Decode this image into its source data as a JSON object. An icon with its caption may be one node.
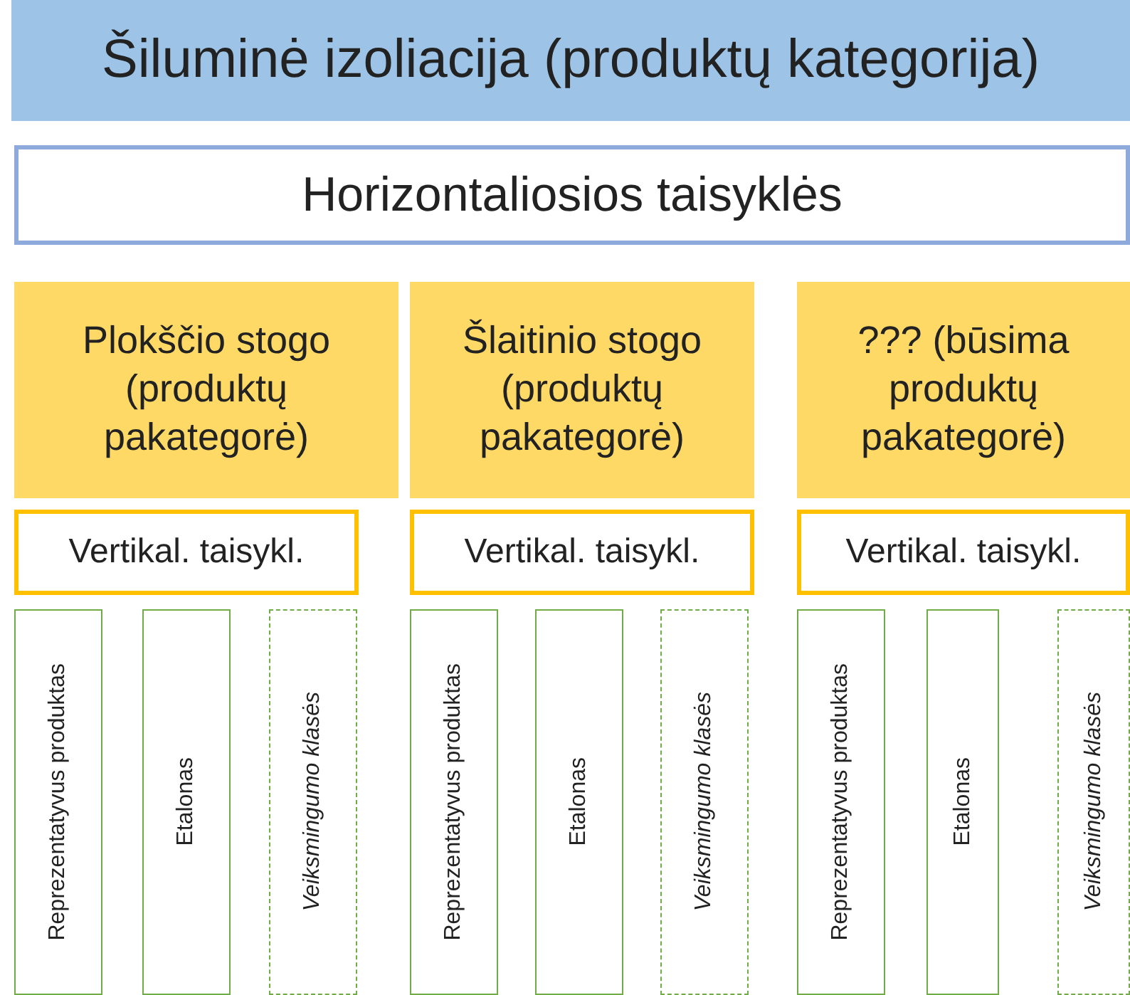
{
  "diagram": {
    "nodes": [
      {
        "text": [
          "Šiluminė izoliacija (produktų kategorija)"
        ]
      },
      {
        "text": [
          "Horizontaliosios taisyklės"
        ]
      },
      {
        "text": [
          "Plokščio stogo (produktų pakategorė)"
        ]
      },
      {
        "text": [
          "Šlaitinio stogo (produktų pakategorė)"
        ]
      },
      {
        "text": [
          "??? (būsima produktų pakategorė)"
        ]
      },
      {
        "text": [
          "Vertikal. taisykl."
        ]
      },
      {
        "text": [
          "Vertikal. taisykl."
        ]
      },
      {
        "text": [
          "Vertikal. taisykl."
        ]
      },
      {
        "text": [
          "Reprezentatyvus produktas"
        ]
      },
      {
        "text": [
          "Etalonas"
        ]
      },
      {
        "text": [
          "Veiksmingumo klasės"
        ]
      },
      {
        "text": [
          "Reprezentatyvus produktas"
        ]
      },
      {
        "text": [
          "Etalonas"
        ]
      },
      {
        "text": [
          "Veiksmingumo klasės"
        ]
      },
      {
        "text": [
          "Reprezentatyvus produktas"
        ]
      },
      {
        "text": [
          "Etalonas"
        ]
      },
      {
        "text": [
          "Veiksmingumo klasės"
        ]
      }
    ]
  }
}
